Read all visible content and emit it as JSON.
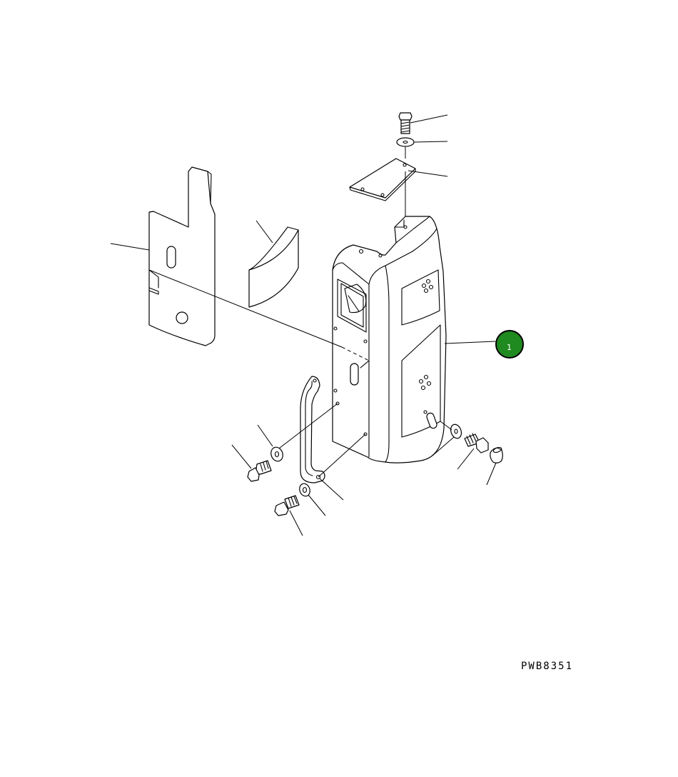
{
  "diagram": {
    "drawing_code": "PWB8351",
    "callouts": [
      {
        "label": "1",
        "color": "#1f8a1f",
        "ring_color": "#000000"
      }
    ],
    "parts": [
      "counterweight-body",
      "side-plate",
      "rubber-pad",
      "top-cover-plate",
      "top-bolt",
      "top-washer",
      "handrail",
      "handrail-bolt-upper",
      "handrail-washer-upper",
      "handrail-bolt-lower",
      "handrail-washer-lower",
      "side-washer",
      "side-bolt",
      "rubber-plug"
    ]
  }
}
